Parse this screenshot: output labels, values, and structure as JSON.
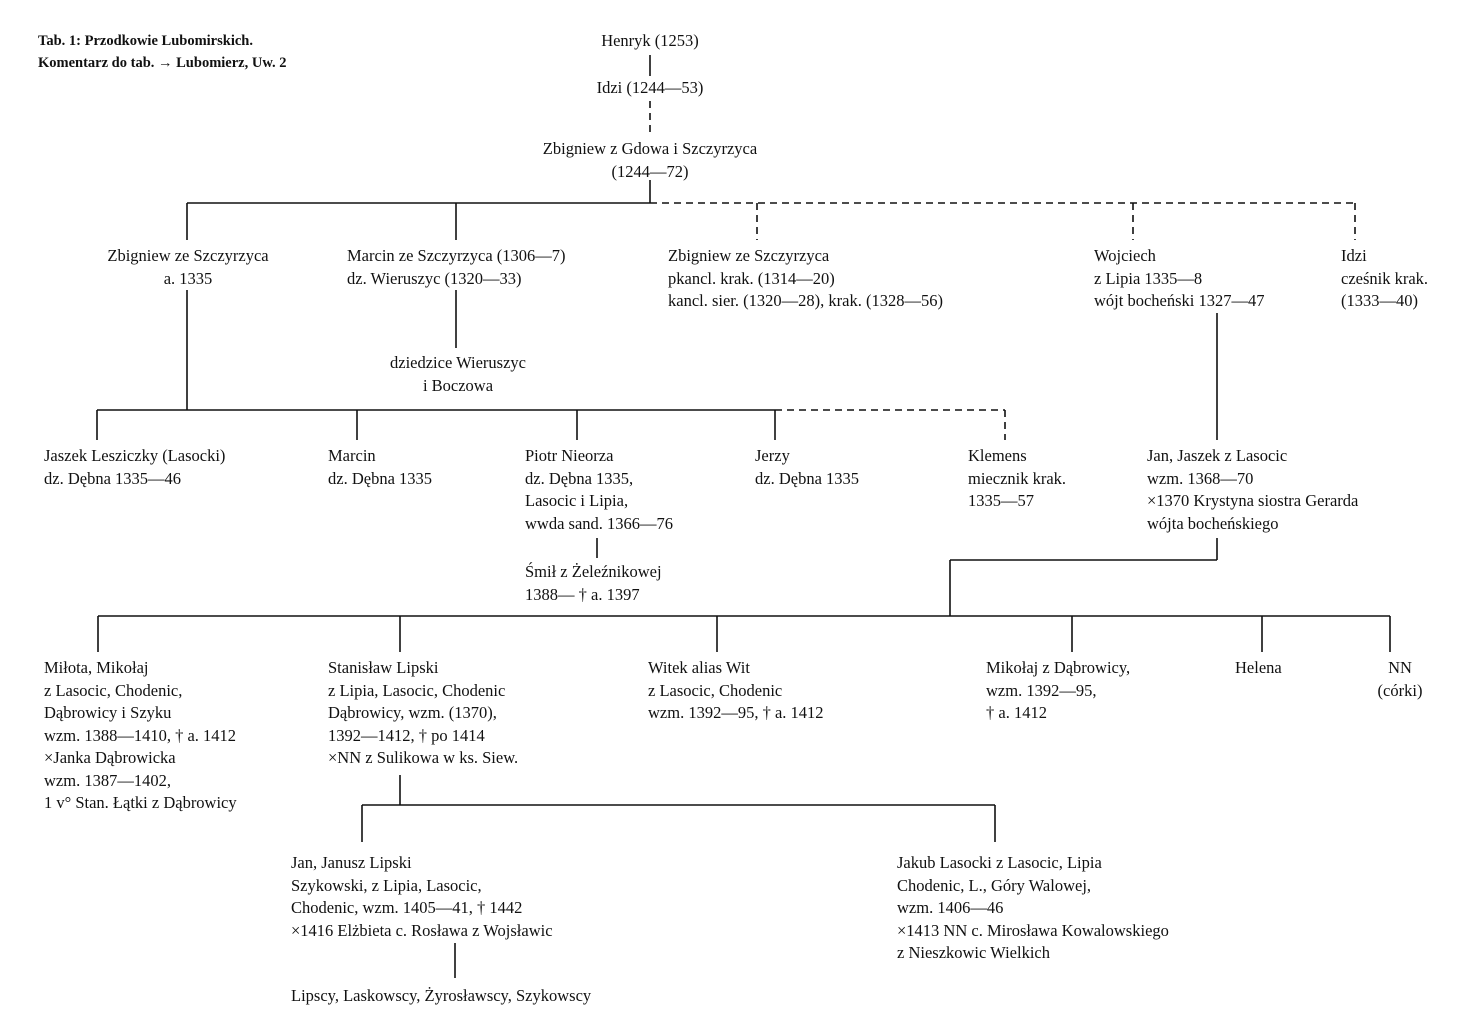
{
  "header": {
    "line1": "Tab. 1: Przodkowie Lubomirskich.",
    "line2": "Komentarz do tab. → Lubomierz, Uw. 2"
  },
  "nodes": {
    "henryk": [
      "Henryk (1253)"
    ],
    "idzi1": [
      "Idzi (1244—53)"
    ],
    "zbigniew_gdow": [
      "Zbigniew z Gdowa i Szczyrzyca",
      "(1244—72)"
    ],
    "zbigniew_szcz_a": [
      "Zbigniew ze Szczyrzyca",
      "a. 1335"
    ],
    "marcin_szcz": [
      "Marcin ze Szczyrzyca (1306—7)",
      "dz. Wieruszyc (1320—33)"
    ],
    "zbigniew_pkancl": [
      "Zbigniew ze Szczyrzyca",
      "pkancl. krak. (1314—20)",
      "kancl. sier. (1320—28), krak. (1328—56)"
    ],
    "wojciech": [
      "Wojciech",
      "z Lipia 1335—8",
      "wójt bocheński 1327—47"
    ],
    "idzi2": [
      "Idzi",
      "cześnik krak.",
      "(1333—40)"
    ],
    "dziedzice": [
      "dziedzice Wieruszyc",
      "i Boczowa"
    ],
    "jaszek": [
      "Jaszek Lesziczky (Lasocki)",
      "dz. Dębna 1335—46"
    ],
    "marcin_debna": [
      "Marcin",
      "dz. Dębna 1335"
    ],
    "piotr": [
      "Piotr Nieorza",
      "dz. Dębna 1335,",
      "Lasocic i Lipia,",
      "wwda sand. 1366—76"
    ],
    "jerzy": [
      "Jerzy",
      "dz. Dębna 1335"
    ],
    "klemens": [
      "Klemens",
      "miecznik krak.",
      "1335—57"
    ],
    "jan_jaszek": [
      "Jan, Jaszek z Lasocic",
      "wzm. 1368—70",
      "×1370 Krystyna siostra Gerarda",
      "wójta bocheńskiego"
    ],
    "smil": [
      "Śmił z Żeleźnikowej",
      "1388— † a. 1397"
    ],
    "milota": [
      "Miłota, Mikołaj",
      "z Lasocic, Chodenic,",
      "Dąbrowicy i Szyku",
      "wzm. 1388—1410, † a. 1412",
      "×Janka Dąbrowicka",
      "wzm. 1387—1402,",
      "1 v° Stan. Łątki z Dąbrowicy"
    ],
    "stanislaw": [
      "Stanisław Lipski",
      "z Lipia, Lasocic, Chodenic",
      "Dąbrowicy, wzm. (1370),",
      "1392—1412, † po 1414",
      "×NN z Sulikowa w ks. Siew."
    ],
    "witek": [
      "Witek alias Wit",
      "z Lasocic, Chodenic",
      "wzm. 1392—95, † a. 1412"
    ],
    "mikolaj_dab": [
      "Mikołaj z Dąbrowicy,",
      "wzm. 1392—95,",
      "† a. 1412"
    ],
    "helena": [
      "Helena"
    ],
    "nn_corki": [
      "NN",
      "(córki)"
    ],
    "jan_janusz": [
      "Jan, Janusz Lipski",
      "Szykowski, z Lipia, Lasocic,",
      "Chodenic, wzm. 1405—41, † 1442",
      "×1416 Elżbieta c. Rosława z Wojsławic"
    ],
    "jakub": [
      "Jakub Lasocki z Lasocic, Lipia",
      "Chodenic, L., Góry Walowej,",
      "wzm. 1406—46",
      "×1413 NN c. Mirosława Kowalowskiego",
      "z Nieszkowic Wielkich"
    ],
    "lipscy": [
      "Lipscy, Laskowscy, Żyrosławscy, Szykowscy"
    ]
  }
}
